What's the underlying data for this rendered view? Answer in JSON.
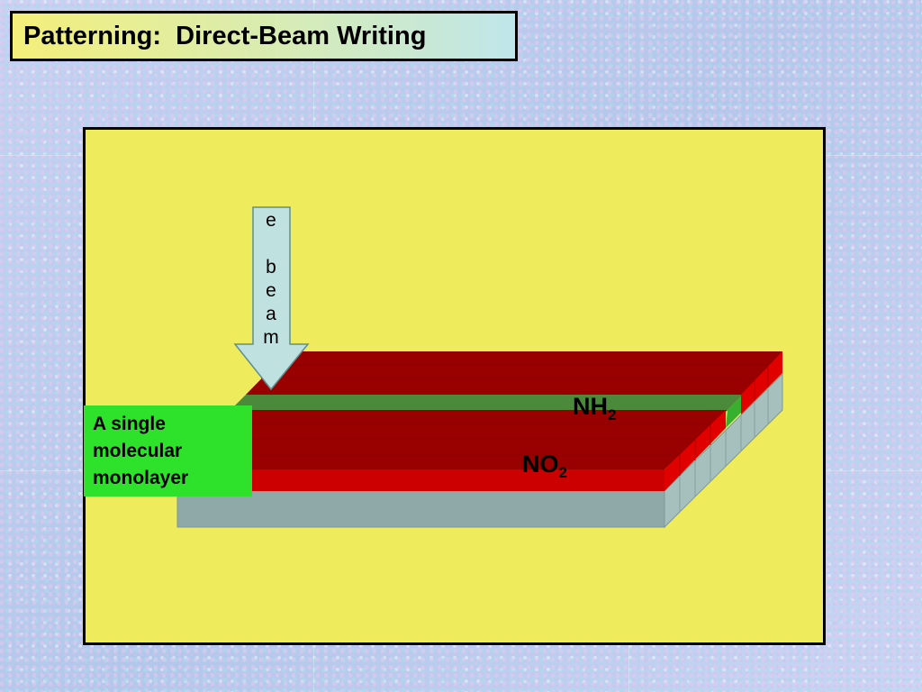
{
  "slide": {
    "title": "Patterning:  Direct-Beam Writing"
  },
  "diagram": {
    "beam_letters": [
      "e",
      "",
      "b",
      "e",
      "a",
      "m"
    ],
    "monolayer_label": [
      "A single",
      "molecular",
      "monolayer"
    ],
    "nh2": {
      "base": "NH",
      "sub": "2"
    },
    "no2": {
      "base": "NO",
      "sub": "2"
    },
    "colors": {
      "panel": "#eeeb5d",
      "substrate_front": "#8fa9a8",
      "substrate_side": "#a6c0bd",
      "layer_red": "#cc0000",
      "layer_dark_red": "#990000",
      "stripe_green": "#4a8a3a",
      "beam_arrow": "#bfe1e0",
      "label_green": "#2ee22c"
    }
  }
}
